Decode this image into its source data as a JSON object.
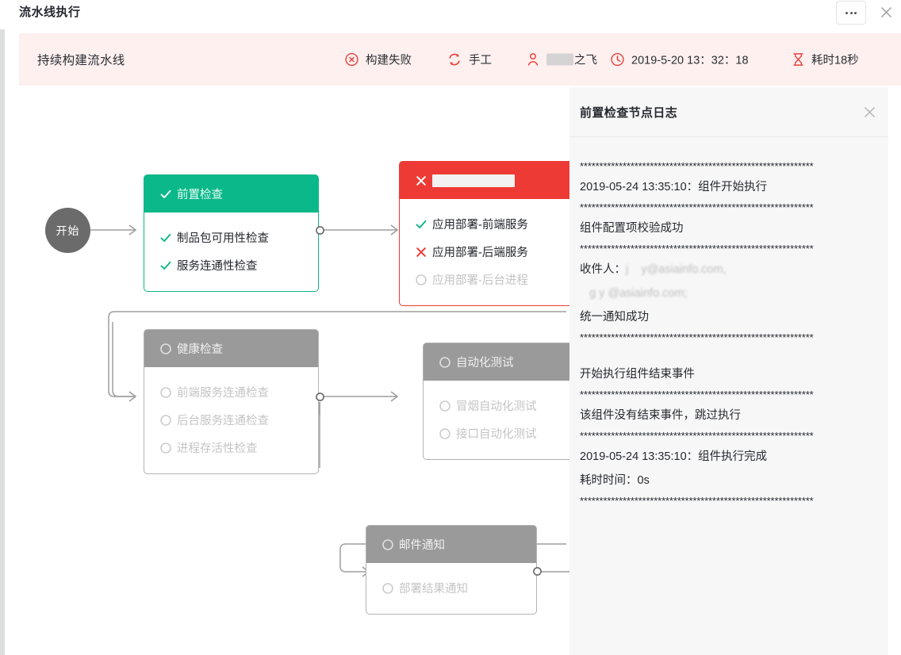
{
  "window": {
    "title": "流水线执行",
    "more_label": "•••",
    "close_label": "×"
  },
  "summary": {
    "pipeline_name": "持续构建流水线",
    "meta": [
      {
        "icon": "error-circle-icon",
        "label": "构建失败"
      },
      {
        "icon": "refresh-icon",
        "label": "手工"
      },
      {
        "icon": "user-icon",
        "label": "之飞",
        "redacted": true
      },
      {
        "icon": "clock-icon",
        "label": "2019-5-20 13：32：18"
      },
      {
        "icon": "hourglass-icon",
        "label": "耗时18秒"
      }
    ]
  },
  "canvas": {
    "start_node": {
      "label": "开始"
    },
    "nodes": [
      {
        "id": "precheck",
        "status": "success",
        "title": "前置检查",
        "title_redacted": false,
        "steps": [
          {
            "label": "制品包可用性检查",
            "status": "success"
          },
          {
            "label": "服务连通性检查",
            "status": "success"
          }
        ]
      },
      {
        "id": "deploy",
        "status": "failed",
        "title": "",
        "title_redacted": true,
        "steps": [
          {
            "label": "应用部署-前端服务",
            "status": "success"
          },
          {
            "label": "应用部署-后端服务",
            "status": "failed"
          },
          {
            "label": "应用部署-后台进程",
            "status": "pending"
          }
        ]
      },
      {
        "id": "healthcheck",
        "status": "pending",
        "title": "健康检查",
        "title_redacted": false,
        "steps": [
          {
            "label": "前端服务连通检查",
            "status": "pending"
          },
          {
            "label": "后台服务连通检查",
            "status": "pending"
          },
          {
            "label": "进程存活性检查",
            "status": "pending"
          }
        ]
      },
      {
        "id": "autotest",
        "status": "pending",
        "title": "自动化测试",
        "title_redacted": false,
        "steps": [
          {
            "label": "冒烟自动化测试",
            "status": "pending"
          },
          {
            "label": "接口自动化测试",
            "status": "pending"
          }
        ]
      },
      {
        "id": "mailnotify",
        "status": "pending",
        "title": "邮件通知",
        "title_redacted": false,
        "steps": [
          {
            "label": "部署结果通知",
            "status": "pending"
          }
        ]
      }
    ]
  },
  "log_panel": {
    "title": "前置检查节点日志",
    "close_label": "×",
    "separator": "************************************************************",
    "lines": [
      {
        "type": "stars"
      },
      {
        "type": "text",
        "text": "2019-05-24 13:35:10：组件开始执行"
      },
      {
        "type": "stars"
      },
      {
        "type": "text",
        "text": "组件配置项校验成功"
      },
      {
        "type": "stars"
      },
      {
        "type": "mail",
        "prefix": "收件人：",
        "redacted": true
      },
      {
        "type": "text",
        "text": "统一通知成功"
      },
      {
        "type": "stars"
      },
      {
        "type": "blank"
      },
      {
        "type": "text",
        "text": "开始执行组件结束事件"
      },
      {
        "type": "stars"
      },
      {
        "type": "text",
        "text": "该组件没有结束事件，跳过执行"
      },
      {
        "type": "stars"
      },
      {
        "type": "text",
        "text": "2019-05-24 13:35:10：组件执行完成"
      },
      {
        "type": "text",
        "text": "耗时时间：0s"
      },
      {
        "type": "stars"
      }
    ]
  },
  "colors": {
    "success_green": "#0bb88a",
    "failed_red": "#ee3a35",
    "pending_gray": "#9a9a9a",
    "summary_bg": "#fdf0ef",
    "panel_bg": "#f7f7f7"
  }
}
